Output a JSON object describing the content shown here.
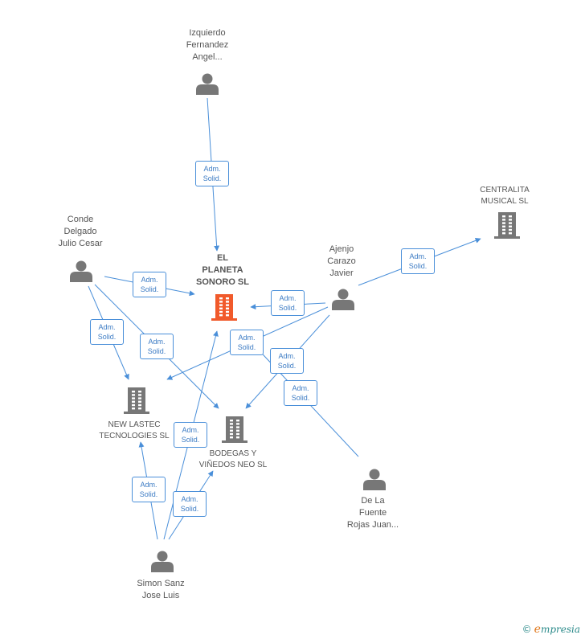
{
  "colors": {
    "edge": "#4a8fd9",
    "edge_label_text": "#3d7cc4",
    "node_text": "#555555",
    "person_icon": "#777777",
    "company_icon": "#777777",
    "main_company_icon": "#f15a2b"
  },
  "nodes": {
    "izquierdo": {
      "label": "Izquierdo\nFernandez\nAngel...",
      "icon": "person-icon"
    },
    "conde": {
      "label": "Conde\nDelgado\nJulio Cesar",
      "icon": "person-icon"
    },
    "ajenjo": {
      "label": "Ajenjo\nCarazo\nJavier",
      "icon": "person-icon"
    },
    "delafuente": {
      "label": "De La\nFuente\nRojas Juan...",
      "icon": "person-icon"
    },
    "simon": {
      "label": "Simon Sanz\nJose Luis",
      "icon": "person-icon"
    },
    "elplaneta": {
      "label": "EL\nPLANETA\nSONORO SL",
      "icon": "building-icon"
    },
    "centralita": {
      "label": "CENTRALITA\nMUSICAL SL",
      "icon": "building-icon"
    },
    "newlastec": {
      "label": "NEW LASTEC\nTECNOLOGIES SL",
      "icon": "building-icon"
    },
    "bodegas": {
      "label": "BODEGAS Y\nVIÑEDOS NEO SL",
      "icon": "building-icon"
    }
  },
  "edge_labels": {
    "izquierdo_planeta": "Adm.\nSolid.",
    "conde_planeta": "Adm.\nSolid.",
    "conde_newlastec": "Adm.\nSolid.",
    "conde_bodegas": "Adm.\nSolid.",
    "ajenjo_planeta": "Adm.\nSolid.",
    "ajenjo_centralita": "Adm.\nSolid.",
    "ajenjo_newlastec": "Adm.\nSolid.",
    "ajenjo_bodegas": "Adm.\nSolid.",
    "delafuente_planeta": "Adm.\nSolid.",
    "simon_planeta": "Adm.\nSolid.",
    "simon_newlastec": "Adm.\nSolid.",
    "simon_bodegas": "Adm.\nSolid."
  },
  "watermark": {
    "copyright": "©",
    "brand_initial": "e",
    "brand_rest": "mpresia"
  }
}
